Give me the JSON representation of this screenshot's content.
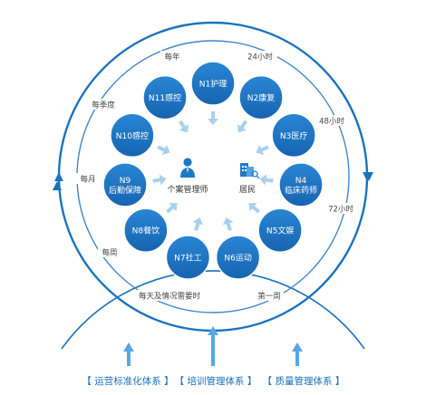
{
  "colors": {
    "node": "#1e78c8",
    "node_text": "#ffffff",
    "ring_outer": "#1670bb",
    "ring_mid": "#1a73be",
    "ring_inner": "#3f86c9",
    "arrow_light": "#a9d0ee",
    "arrow_bottom": "#58a8e0",
    "label_text": "#444444",
    "footer_text": "#1a6fb6"
  },
  "nodes": [
    {
      "id": "N1",
      "lines": [
        "N1护理"
      ]
    },
    {
      "id": "N2",
      "lines": [
        "N2康复"
      ]
    },
    {
      "id": "N3",
      "lines": [
        "N3医疗"
      ]
    },
    {
      "id": "N4",
      "lines": [
        "N4",
        "临床药师"
      ]
    },
    {
      "id": "N5",
      "lines": [
        "N5文娱"
      ]
    },
    {
      "id": "N6",
      "lines": [
        "N6运动"
      ]
    },
    {
      "id": "N7",
      "lines": [
        "N7社工"
      ]
    },
    {
      "id": "N8",
      "lines": [
        "N8餐饮"
      ]
    },
    {
      "id": "N9",
      "lines": [
        "N9",
        "后勤保障"
      ]
    },
    {
      "id": "N10",
      "lines": [
        "N10感控"
      ]
    },
    {
      "id": "N11",
      "lines": [
        "N11感控"
      ]
    }
  ],
  "center": {
    "left_label": "个案管理师",
    "left_icon": "person-icon",
    "right_label": "居民",
    "right_icon": "building-icon"
  },
  "time_labels": {
    "every_year": "每年",
    "24h": "24小时",
    "48h": "48小时",
    "72h": "72小时",
    "first_week": "第一周",
    "daily": "每天及情况需要时",
    "weekly": "每周",
    "monthly": "每月",
    "quarterly": "每季度"
  },
  "footer": [
    "【 运营标准化体系 】",
    "【 培训管理体系 】",
    "【 质量管理体系 】"
  ]
}
